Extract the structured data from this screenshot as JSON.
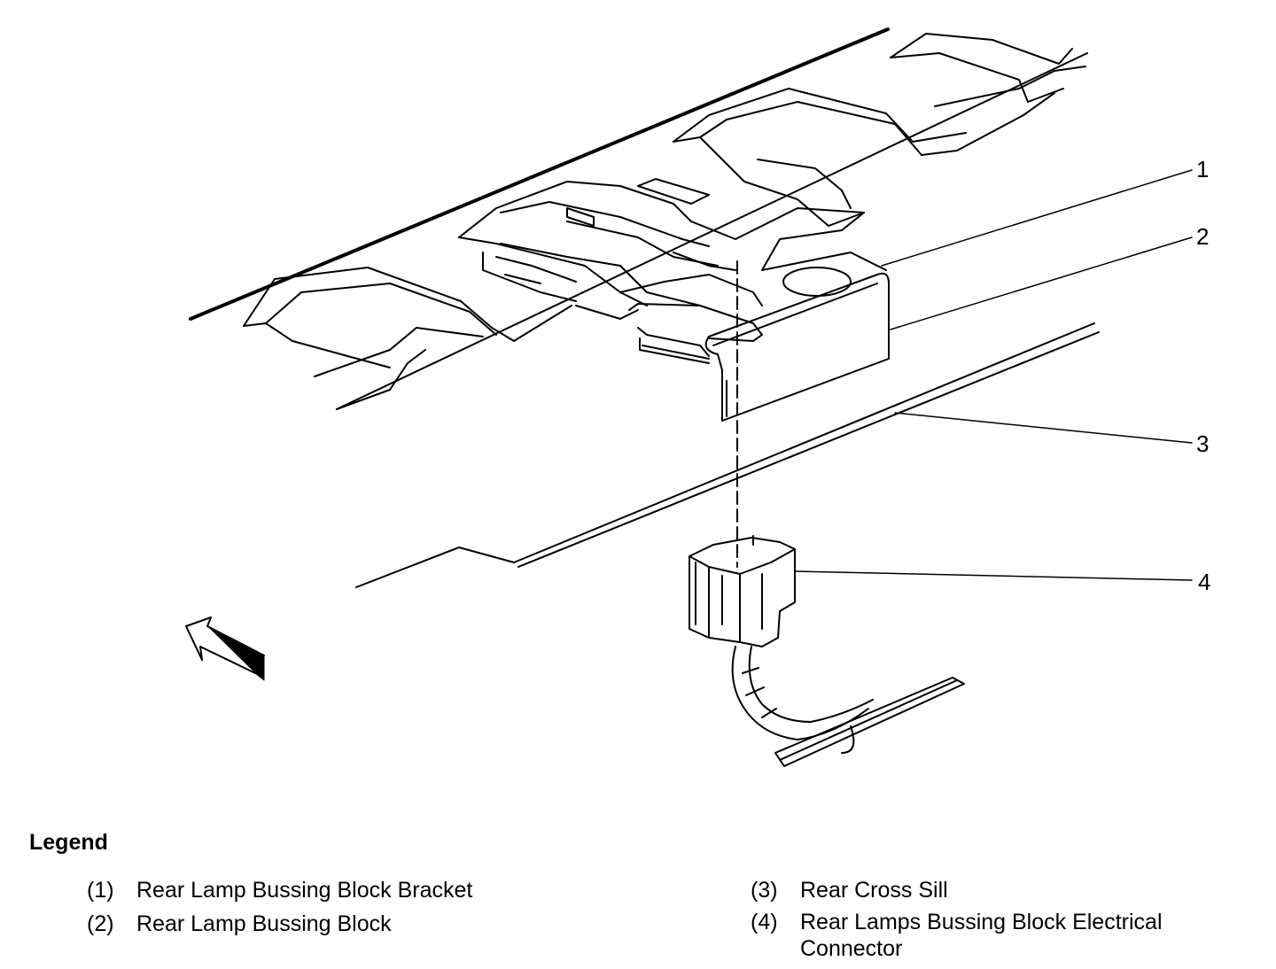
{
  "callouts": [
    "1",
    "2",
    "3",
    "4"
  ],
  "legend": {
    "title": "Legend",
    "items": [
      {
        "num": "(1)",
        "label": "Rear Lamp Bussing Block Bracket"
      },
      {
        "num": "(2)",
        "label": "Rear Lamp Bussing Block"
      },
      {
        "num": "(3)",
        "label": "Rear Cross Sill"
      },
      {
        "num": "(4)",
        "label": "Rear Lamps Bussing Block Electrical",
        "label_line2": "Connector"
      }
    ]
  },
  "icons": {
    "direction": "forward-arrow-icon"
  }
}
